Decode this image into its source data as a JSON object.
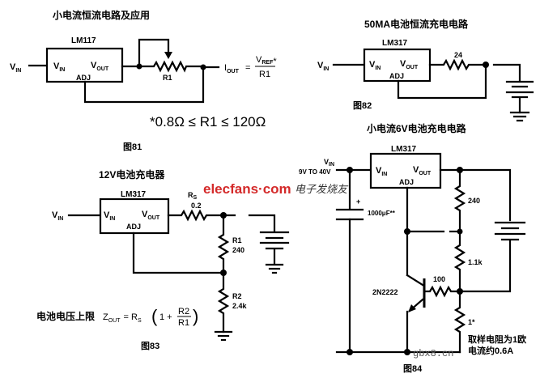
{
  "watermarks": {
    "site": "elecfans·com",
    "site_cn": "电子发烧友",
    "corner": "gbx8.cn"
  },
  "fig81": {
    "title": "小电流恒流电路及应用",
    "chip": "LM117",
    "vin_ext": "V",
    "vin_ext_sub": "IN",
    "pin_vin": "V",
    "pin_vin_sub": "IN",
    "pin_vout": "V",
    "pin_vout_sub": "OUT",
    "pin_adj": "ADJ",
    "r1_label": "R1",
    "iout": "I",
    "iout_sub": "OUT",
    "eq_num": "V",
    "eq_num_sub": "REF",
    "eq_star": "*",
    "eq_den": "R1",
    "range_note": "*0.8Ω ≤ R1 ≤ 120Ω",
    "caption": "图81"
  },
  "fig82": {
    "title": "50MA电池恒流充电电路",
    "chip": "LM317",
    "vin_ext": "V",
    "vin_ext_sub": "IN",
    "pin_vin": "V",
    "pin_vin_sub": "IN",
    "pin_vout": "V",
    "pin_vout_sub": "OUT",
    "pin_adj": "ADJ",
    "resistor": "24",
    "caption": "图82"
  },
  "fig83": {
    "title": "12V电池充电器",
    "chip": "LM317",
    "vin_ext": "V",
    "vin_ext_sub": "IN",
    "pin_vin": "V",
    "pin_vin_sub": "IN",
    "pin_vout": "V",
    "pin_vout_sub": "OUT",
    "pin_adj": "ADJ",
    "rs_label": "R",
    "rs_sub": "S",
    "rs_value": "0.2",
    "r1_label": "R1",
    "r1_value": "240",
    "r2_label": "R2",
    "r2_value": "2.4k",
    "formula_prefix": "电池电压上限",
    "formula_lhs": "Z",
    "formula_lhs_sub": "OUT",
    "formula_eq": "= R",
    "formula_rs_sub": "S",
    "formula_one": "1 +",
    "formula_num": "R2",
    "formula_den": "R1",
    "caption": "图83"
  },
  "fig84": {
    "title": "小电流6V电池充电电路",
    "chip": "LM317",
    "vin_ext": "V",
    "vin_ext_sub": "IN",
    "vin_range": "9V TO 40V",
    "pin_vin": "V",
    "pin_vin_sub": "IN",
    "pin_vout": "V",
    "pin_vout_sub": "OUT",
    "pin_adj": "ADJ",
    "cap_plus": "+",
    "cap_label": "1000μF**",
    "r_top": "240",
    "r_mid": "1.1k",
    "r_base": "100",
    "r_sense": "1*",
    "transistor": "2N2222",
    "note_line1": "取样电阻为1欧",
    "note_line2": "电流约0.6A",
    "caption": "图84"
  }
}
